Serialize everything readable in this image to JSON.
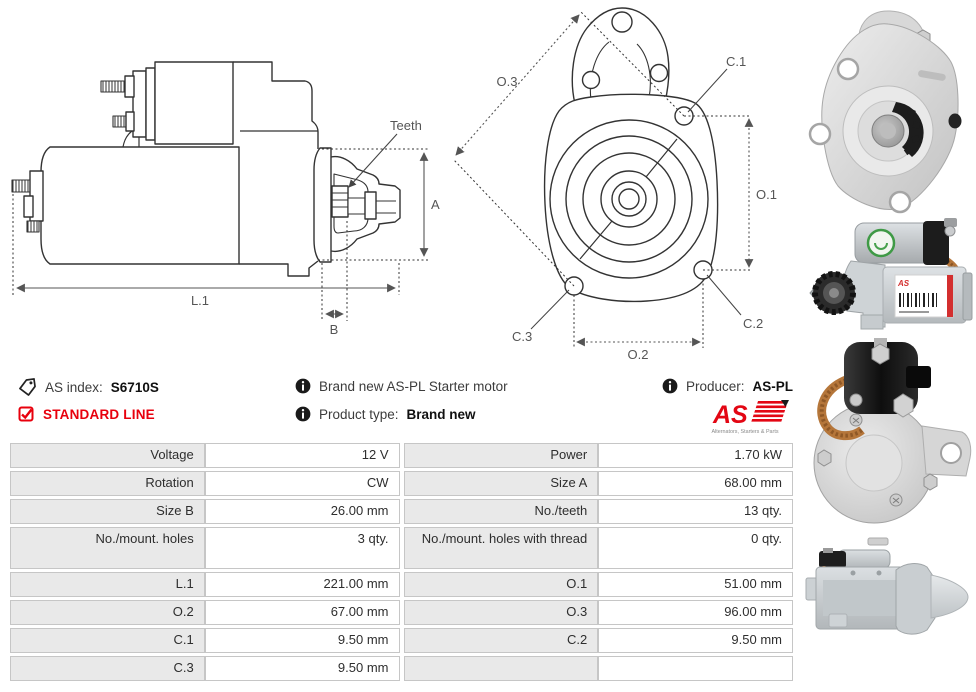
{
  "info": {
    "as_index": {
      "label": "AS index:",
      "value": "S6710S"
    },
    "standard_line": "STANDARD LINE",
    "description": "Brand new AS-PL Starter motor",
    "product_type": {
      "label": "Product type:",
      "value": "Brand new"
    },
    "producer": {
      "label": "Producer:",
      "value": "AS-PL"
    },
    "logo": {
      "wordmark": "AS",
      "tagline": "Alternators, Starters & Parts"
    }
  },
  "drawings": {
    "side_view": {
      "teeth_label": "Teeth",
      "dim_a": "A",
      "dim_l1": "L.1",
      "dim_b": "B"
    },
    "front_view": {
      "dim_o1": "O.1",
      "dim_o2": "O.2",
      "dim_o3": "O.3",
      "dim_c1": "C.1",
      "dim_c2": "C.2",
      "dim_c3": "C.3"
    }
  },
  "spec_table": {
    "left_rows": [
      {
        "label": "Voltage",
        "value": "12 V"
      },
      {
        "label": "Rotation",
        "value": "CW"
      },
      {
        "label": "Size B",
        "value": "26.00 mm"
      },
      {
        "label": "No./mount. holes",
        "value": "3 qty."
      },
      {
        "label": "L.1",
        "value": "221.00 mm"
      },
      {
        "label": "O.2",
        "value": "67.00 mm"
      },
      {
        "label": "C.1",
        "value": "9.50 mm"
      },
      {
        "label": "C.3",
        "value": "9.50 mm"
      }
    ],
    "right_rows": [
      {
        "label": "Power",
        "value": "1.70 kW"
      },
      {
        "label": "Size A",
        "value": "68.00 mm"
      },
      {
        "label": "No./teeth",
        "value": "13 qty."
      },
      {
        "label": "No./mount. holes with thread",
        "value": "0 qty."
      },
      {
        "label": "O.1",
        "value": "51.00 mm"
      },
      {
        "label": "O.3",
        "value": "96.00 mm"
      },
      {
        "label": "C.2",
        "value": "9.50 mm"
      },
      {
        "label": "",
        "value": ""
      }
    ]
  },
  "colors": {
    "accent_red": "#e8000d",
    "logo_red": "#e30613",
    "table_label_bg": "#e9e9e9",
    "table_border": "#c6c6c6",
    "drawing_line": "#333333",
    "dimension_gray": "#555555"
  },
  "icons": {
    "as_index": "tag-icon",
    "standard_line": "checkbox-checked-icon",
    "description": "info-icon",
    "product_type": "info-icon",
    "producer": "info-icon"
  }
}
